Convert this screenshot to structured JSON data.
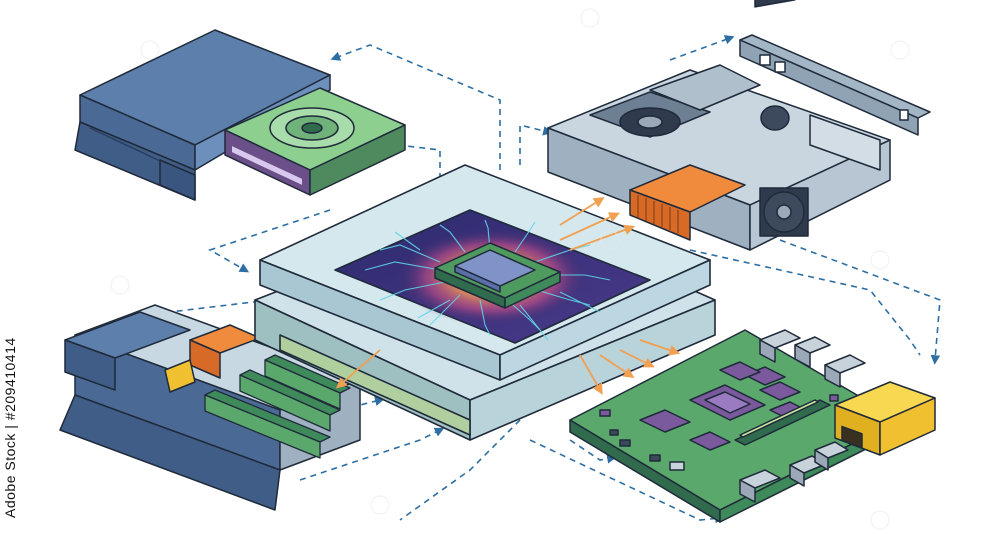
{
  "colors": {
    "outline": "#1f2a3a",
    "case_dark": "#4a6a95",
    "case_mid": "#5d7fab",
    "case_light": "#9fc0d8",
    "console_top": "#bcd7e2",
    "console_mid": "#d5e8ee",
    "board_green": "#5aa86c",
    "board_dark": "#2f6b4c",
    "chip_purple": "#7a5a9c",
    "heatsink_orange": "#f08a3c",
    "psu_yellow": "#f0c030",
    "die_core": "#7f93c8",
    "glow": "#f4a84a",
    "trace_cyan": "#5fd6e6",
    "dash": "#2d6ea3",
    "arrow_orange": "#f0a050",
    "frame_gray": "#a3b6c6"
  },
  "stock_id": "209410414",
  "stock_brand": "Adobe Stock",
  "stock_prefix": "Adobe Stock | #",
  "diagram": {
    "components": [
      "top-case-shell",
      "optical-drive",
      "cooling-assembly",
      "rear-bracket",
      "console-core",
      "processor-chip",
      "base-chassis",
      "ram-modules",
      "motherboard",
      "power-supply"
    ]
  }
}
